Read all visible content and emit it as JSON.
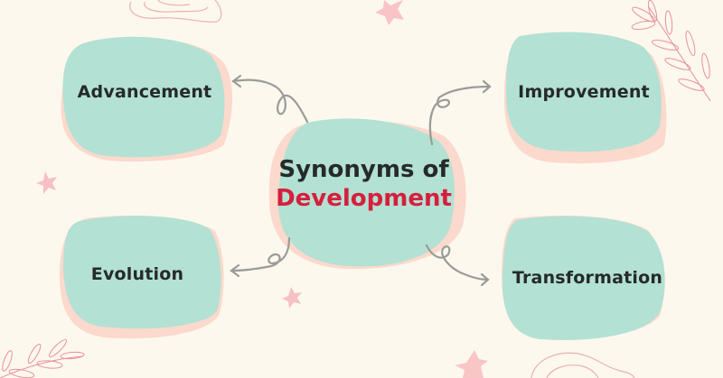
{
  "diagram": {
    "title_line1": "Synonyms of",
    "title_line2": "Development",
    "nodes": [
      {
        "label": "Advancement",
        "position": "top-left"
      },
      {
        "label": "Improvement",
        "position": "top-right"
      },
      {
        "label": "Evolution",
        "position": "bottom-left"
      },
      {
        "label": "Transformation",
        "position": "bottom-right"
      }
    ]
  },
  "colors": {
    "background": "#fdf8ee",
    "blob_fill": "#b3e1d4",
    "blob_shadow": "#fbd9cc",
    "text_dark": "#262a28",
    "accent_red": "#d61f3c",
    "arrow": "#9a9c98",
    "decoration_pink": "#f7c3c6",
    "decoration_line": "#e8909a"
  }
}
